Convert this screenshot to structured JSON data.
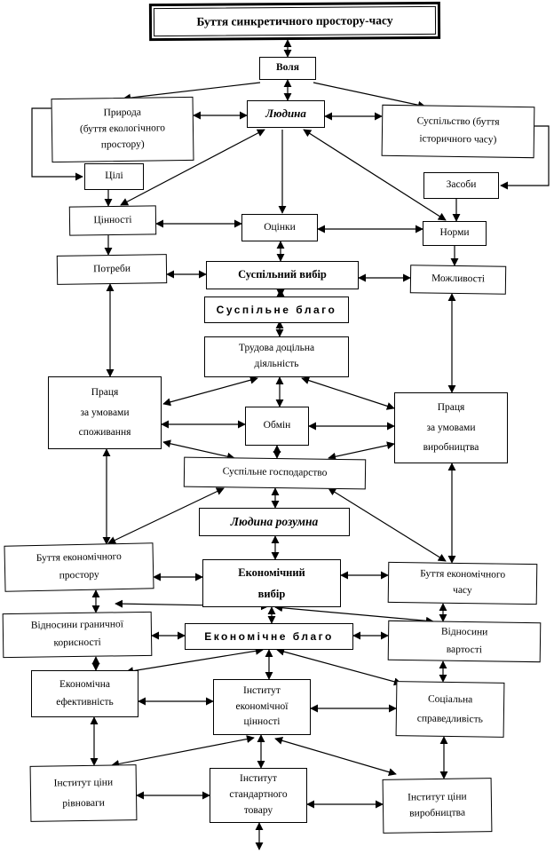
{
  "title": "Буття синкретичного простору-часу",
  "colors": {
    "line": "#000000",
    "background": "#ffffff",
    "text": "#000000"
  },
  "nodes": {
    "volya": "Воля",
    "pryroda": "Природа\n(буття екологічного\nпростору)",
    "lyudyna": "Людина",
    "suspilstvo": "Суспільство (буття\nісторичного часу)",
    "tsili": "Цілі",
    "zasoby": "Засоби",
    "tsinnosti": "Цінності",
    "otsinky": "Оцінки",
    "normy": "Норми",
    "potreby": "Потреби",
    "suspilnyi_vybir": "Суспільний вибір",
    "mozhlyvosti": "Можливості",
    "suspilne_blaho": "Суспільне благо",
    "trudova": "Трудова доцільна\nдіяльність",
    "pratsia_spozhyvannia": "Праця\nза умовами\nспоживання",
    "obmin": "Обмін",
    "pratsia_vyrobnytstva": "Праця\nза умовами\nвиробництва",
    "suspilne_hospodarstvo": "Суспільне господарство",
    "liudyna_rozumna": "Людина розумна",
    "buttia_prostoru": "Буття економічного\nпростору",
    "ekonomichnyi_vybir": "Економічний\nвибір",
    "buttia_chasu": "Буття економічного\nчасу",
    "vidnosyny_hranychnoi": "Відносини граничної\nкорисності",
    "ekonomichne_blaho": "Економічне благо",
    "vidnosyny_vartosti": "Відносини\nвартості",
    "ekonomichna_efektyvnist": "Економічна\nефективність",
    "instytut_ekon_tsinnosti": "Інститут\nекономічної\nцінності",
    "sotsialna_spravedlyvist": "Соціальна\nсправедливість",
    "instytut_tsiny_rivnovahy": "Інститут ціни\nрівноваги",
    "instytut_standartnoho_tovaru": "Інститут\nстандартного\nтовару",
    "instytut_tsiny_vyrobnytstva": "Інститут ціни\nвиробництва"
  },
  "edges": [
    {
      "from": "title",
      "to": "volya",
      "double": true
    },
    {
      "from": "volya",
      "to": "lyudyna",
      "double": true
    },
    {
      "from": "volya",
      "to": "pryroda",
      "double": false
    },
    {
      "from": "volya",
      "to": "suspilstvo",
      "double": false
    },
    {
      "from": "pryroda",
      "to": "lyudyna",
      "double": true
    },
    {
      "from": "lyudyna",
      "to": "suspilstvo",
      "double": true
    },
    {
      "from": "pryroda",
      "to": "tsili",
      "double": false
    },
    {
      "from": "suspilstvo",
      "to": "zasoby",
      "double": false
    },
    {
      "from": "tsili",
      "to": "tsinnosti",
      "double": false
    },
    {
      "from": "zasoby",
      "to": "normy",
      "double": false
    },
    {
      "from": "lyudyna",
      "to": "tsinnosti",
      "double": true
    },
    {
      "from": "lyudyna",
      "to": "otsinky",
      "double": false
    },
    {
      "from": "lyudyna",
      "to": "normy",
      "double": true
    },
    {
      "from": "tsinnosti",
      "to": "otsinky",
      "double": true
    },
    {
      "from": "otsinky",
      "to": "normy",
      "double": true
    },
    {
      "from": "tsinnosti",
      "to": "potreby",
      "double": false
    },
    {
      "from": "normy",
      "to": "mozhlyvosti",
      "double": false
    },
    {
      "from": "potreby",
      "to": "suspilnyi_vybir",
      "double": true
    },
    {
      "from": "suspilnyi_vybir",
      "to": "mozhlyvosti",
      "double": true
    },
    {
      "from": "otsinky",
      "to": "suspilnyi_vybir",
      "double": true
    },
    {
      "from": "suspilnyi_vybir",
      "to": "suspilne_blaho",
      "double": true
    },
    {
      "from": "suspilne_blaho",
      "to": "trudova",
      "double": true
    },
    {
      "from": "potreby",
      "to": "pratsia_spozhyvannia",
      "double": true
    },
    {
      "from": "mozhlyvosti",
      "to": "pratsia_vyrobnytstva",
      "double": true
    },
    {
      "from": "trudova",
      "to": "pratsia_spozhyvannia",
      "double": true
    },
    {
      "from": "trudova",
      "to": "pratsia_vyrobnytstva",
      "double": true
    },
    {
      "from": "trudova",
      "to": "obmin",
      "double": true
    },
    {
      "from": "obmin",
      "to": "pratsia_spozhyvannia",
      "double": true
    },
    {
      "from": "obmin",
      "to": "pratsia_vyrobnytstva",
      "double": true
    },
    {
      "from": "pratsia_spozhyvannia",
      "to": "suspilne_hospodarstvo",
      "double": true
    },
    {
      "from": "pratsia_vyrobnytstva",
      "to": "suspilne_hospodarstvo",
      "double": true
    },
    {
      "from": "obmin",
      "to": "suspilne_hospodarstvo",
      "double": true
    },
    {
      "from": "suspilne_hospodarstvo",
      "to": "liudyna_rozumna",
      "double": true
    },
    {
      "from": "suspilne_hospodarstvo",
      "to": "buttia_prostoru",
      "double": true
    },
    {
      "from": "suspilne_hospodarstvo",
      "to": "buttia_chasu",
      "double": true
    },
    {
      "from": "liudyna_rozumna",
      "to": "ekonomichnyi_vybir",
      "double": true
    },
    {
      "from": "pratsia_spozhyvannia",
      "to": "buttia_prostoru",
      "double": true
    },
    {
      "from": "pratsia_vyrobnytstva",
      "to": "buttia_chasu",
      "double": true
    },
    {
      "from": "buttia_prostoru",
      "to": "ekonomichnyi_vybir",
      "double": true
    },
    {
      "from": "ekonomichnyi_vybir",
      "to": "buttia_chasu",
      "double": true
    },
    {
      "from": "buttia_prostoru",
      "to": "vidnosyny_hranychnoi",
      "double": true
    },
    {
      "from": "buttia_chasu",
      "to": "vidnosyny_vartosti",
      "double": true
    },
    {
      "from": "ekonomichnyi_vybir",
      "to": "ekonomichne_blaho",
      "double": true
    },
    {
      "from": "ekonomichnyi_vybir",
      "to": "vidnosyny_hranychnoi",
      "double": true
    },
    {
      "from": "ekonomichnyi_vybir",
      "to": "vidnosyny_vartosti",
      "double": true
    },
    {
      "from": "vidnosyny_hranychnoi",
      "to": "ekonomichne_blaho",
      "double": true
    },
    {
      "from": "ekonomichne_blaho",
      "to": "vidnosyny_vartosti",
      "double": true
    },
    {
      "from": "vidnosyny_hranychnoi",
      "to": "ekonomichna_efektyvnist",
      "double": true
    },
    {
      "from": "vidnosyny_vartosti",
      "to": "sotsialna_spravedlyvist",
      "double": true
    },
    {
      "from": "ekonomichne_blaho",
      "to": "instytut_ekon_tsinnosti",
      "double": true
    },
    {
      "from": "ekonomichne_blaho",
      "to": "ekonomichna_efektyvnist",
      "double": true
    },
    {
      "from": "ekonomichne_blaho",
      "to": "sotsialna_spravedlyvist",
      "double": true
    },
    {
      "from": "ekonomichna_efektyvnist",
      "to": "instytut_ekon_tsinnosti",
      "double": true
    },
    {
      "from": "instytut_ekon_tsinnosti",
      "to": "sotsialna_spravedlyvist",
      "double": true
    },
    {
      "from": "ekonomichna_efektyvnist",
      "to": "instytut_tsiny_rivnovahy",
      "double": true
    },
    {
      "from": "instytut_ekon_tsinnosti",
      "to": "instytut_standartnoho_tovaru",
      "double": true
    },
    {
      "from": "sotsialna_spravedlyvist",
      "to": "instytut_tsiny_vyrobnytstva",
      "double": true
    },
    {
      "from": "instytut_ekon_tsinnosti",
      "to": "instytut_tsiny_rivnovahy",
      "double": true
    },
    {
      "from": "instytut_ekon_tsinnosti",
      "to": "instytut_tsiny_vyrobnytstva",
      "double": true
    },
    {
      "from": "instytut_tsiny_rivnovahy",
      "to": "instytut_standartnoho_tovaru",
      "double": true
    },
    {
      "from": "instytut_standartnoho_tovaru",
      "to": "instytut_tsiny_vyrobnytstva",
      "double": true
    },
    {
      "from": "instytut_standartnoho_tovaru",
      "to": "off-diagram-bottom",
      "double": true
    }
  ]
}
